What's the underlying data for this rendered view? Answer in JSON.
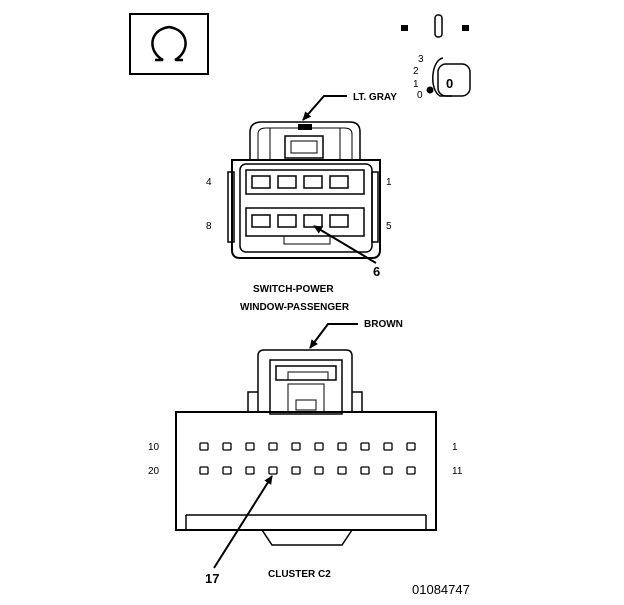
{
  "symbol": {
    "icon": "omega-ground-icon"
  },
  "ignition": {
    "icon": "ignition-key-icon",
    "positions": [
      "3",
      "2",
      "1",
      "0"
    ],
    "key_label": "0"
  },
  "connector1": {
    "wire_color": "LT. GRAY",
    "pin_left_top": "4",
    "pin_right_top": "1",
    "pin_left_bottom": "8",
    "pin_right_bottom": "5",
    "callout_pin": "6",
    "title_line1": "SWITCH-POWER",
    "title_line2": "WINDOW-PASSENGER"
  },
  "connector2": {
    "wire_color": "BROWN",
    "pin_left_top": "10",
    "pin_right_top": "1",
    "pin_left_bottom": "20",
    "pin_right_bottom": "11",
    "callout_pin": "17",
    "title": "CLUSTER C2"
  },
  "figure_id": "01084747"
}
